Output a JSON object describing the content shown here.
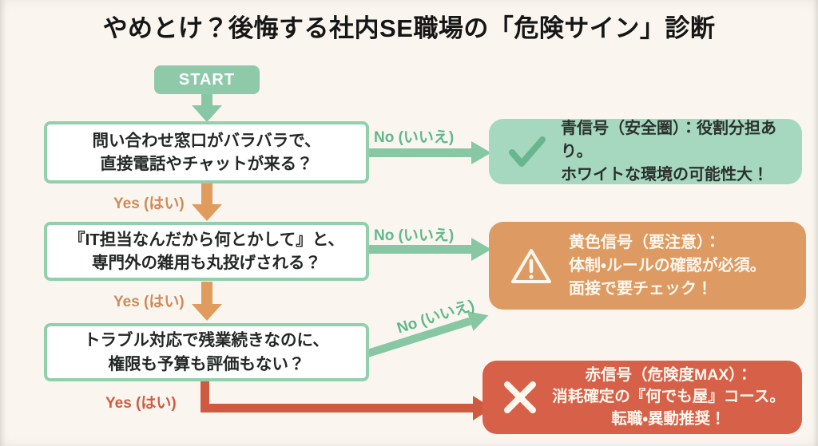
{
  "title": "やめとけ？後悔する社内SE職場の「危険サイン」診断",
  "start": {
    "label": "START"
  },
  "questions": [
    {
      "line1": "問い合わせ窓口がバラバラで、",
      "line2": "直接電話やチャットが来る？",
      "yes": "Yes (はい)",
      "no": "No (いいえ)"
    },
    {
      "line1": "『IT担当なんだから何とかして』と、",
      "line2": "専門外の雑用も丸投げされる？",
      "yes": "Yes (はい)",
      "no": "No (いいえ)"
    },
    {
      "line1": "トラブル対応で残業続きなのに、",
      "line2": "権限も予算も評価もない？",
      "yes": "Yes (はい)",
      "no": "No (いいえ)"
    }
  ],
  "results": [
    {
      "icon": "check-icon",
      "line1": "青信号（安全圏）：役割分担あり。",
      "line2": "ホワイトな環境の可能性大！",
      "bg": "#a6d8bf"
    },
    {
      "icon": "warning-icon",
      "line1": "黄色信号（要注意）：",
      "line2": "体制・ルールの確認が必須。",
      "line3": "面接で要チェック！",
      "bg": "#dd9a62"
    },
    {
      "icon": "x-icon",
      "line1": "赤信号（危険度MAX）：",
      "line2": "消耗確定の『何でも屋』コース。",
      "line3": "転職・異動推奨！",
      "bg": "#d76048"
    }
  ],
  "colors": {
    "background": "#faf6ef",
    "teal_arrow": "#88c7a4",
    "teal_border": "#92cfad",
    "teal_label": "#5fb78d",
    "safe_box": "#a6d8bf",
    "check_icon": "#68b690",
    "caution_box": "#dd9a62",
    "danger_box": "#d76048",
    "yes_label": "#cf8a58",
    "orange_arrow": "#e09b5e",
    "red_arrow": "#d05a40",
    "question_text": "#232725",
    "result_light_text": "#fdf7ee"
  }
}
